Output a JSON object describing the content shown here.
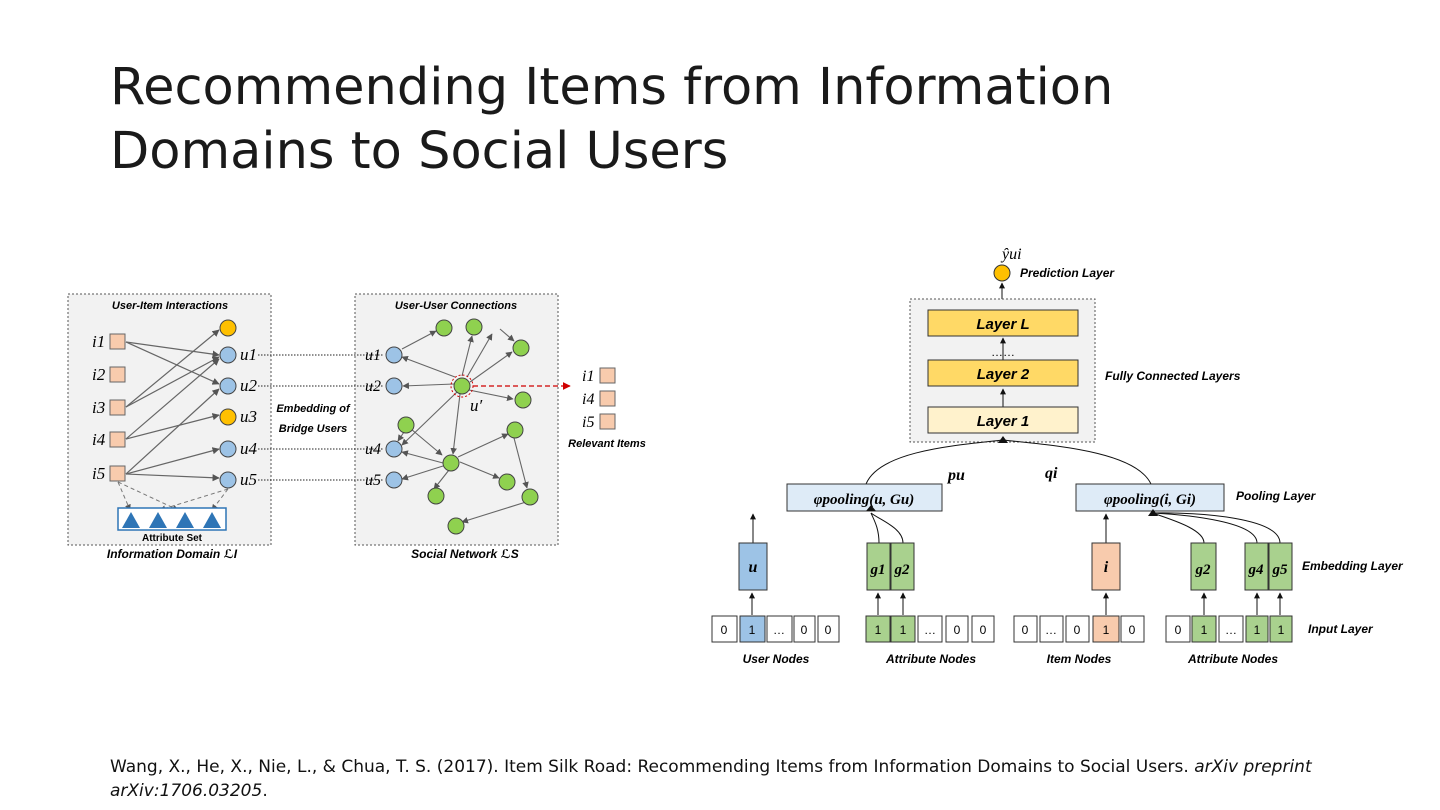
{
  "slide": {
    "title": "Recommending Items from Information Domains to Social Users"
  },
  "citation": {
    "authors": "Wang, X., He, X., Nie, L., & Chua, T. S. (2017). Item Silk Road: Recommending Items from Information Domains to Social Users.",
    "journal": "arXiv preprint arXiv:1706.03205",
    "end": "."
  },
  "left_figure": {
    "info_box_title": "User-Item Interactions",
    "info_box_caption": "Information Domain ℒI",
    "social_box_title": "User-User Connections",
    "social_box_caption": "Social Network ℒS",
    "attribute_set": "Attribute Set",
    "bridge_label_1": "Embedding of",
    "bridge_label_2": "Bridge Users",
    "relevant_items": "Relevant Items",
    "target_user": "u′",
    "items": [
      "i1",
      "i2",
      "i3",
      "i4",
      "i5"
    ],
    "users": [
      "u1",
      "u2",
      "u3",
      "u4",
      "u5"
    ],
    "relevant_item_labels": [
      "i1",
      "i4",
      "i5"
    ],
    "colors": {
      "item": "#f8cbad",
      "user": "#9dc3e6",
      "yellow": "#ffc000",
      "social": "#8fd14f",
      "link": "#d00000"
    }
  },
  "right_figure": {
    "output_label": "ŷui",
    "prediction_layer": "Prediction Layer",
    "fc_layers_label": "Fully Connected Layers",
    "layers": [
      "Layer L",
      "Layer 2",
      "Layer 1"
    ],
    "dots": "……",
    "pu": "pu",
    "qi": "qi",
    "pool_left": "φpooling(u, Gu)",
    "pool_right": "φpooling(i, Gi)",
    "pooling_layer": "Pooling Layer",
    "embedding_layer": "Embedding Layer",
    "input_layer": "Input Layer",
    "embeddings": [
      "u",
      "g1",
      "g2",
      "i",
      "g2",
      "g4",
      "g5"
    ],
    "input_groups": [
      {
        "label": "User Nodes",
        "cells": [
          "0",
          "1",
          "…",
          "0",
          "0"
        ]
      },
      {
        "label": "Attribute Nodes",
        "cells": [
          "1",
          "1",
          "…",
          "0",
          "0"
        ]
      },
      {
        "label": "Item Nodes",
        "cells": [
          "0",
          "…",
          "0",
          "1",
          "0"
        ]
      },
      {
        "label": "Attribute Nodes",
        "cells": [
          "0",
          "1",
          "…",
          "1",
          "1"
        ]
      }
    ],
    "colors": {
      "layer": "#ffd966",
      "layer1": "#fff2cc",
      "pool": "#deebf7",
      "emb_user": "#9dc3e6",
      "emb_attr": "#a9d18e",
      "emb_item": "#f8cbad"
    }
  }
}
